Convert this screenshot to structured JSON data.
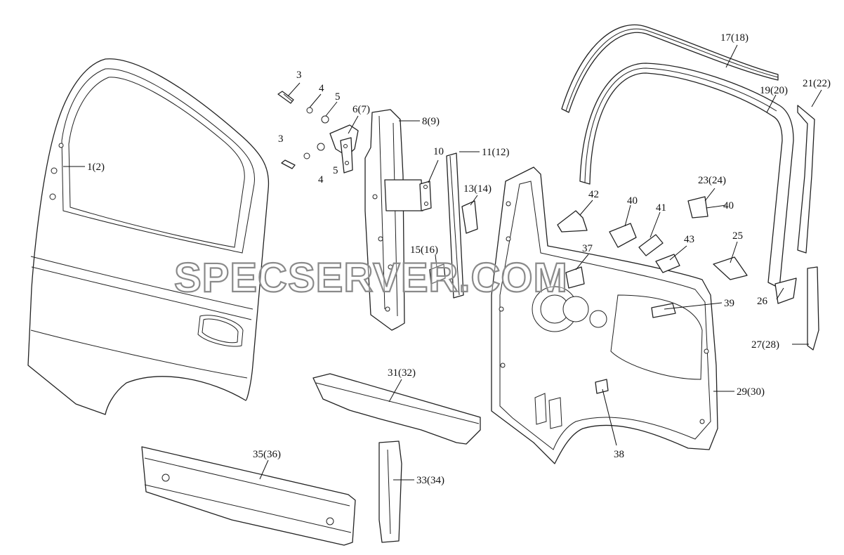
{
  "callouts": {
    "c1": "1(2)",
    "c3a": "3",
    "c3b": "3",
    "c4a": "4",
    "c4b": "4",
    "c5a": "5",
    "c5b": "5",
    "c6": "6(7)",
    "c8": "8(9)",
    "c10": "10",
    "c11": "11(12)",
    "c13": "13(14)",
    "c15": "15(16)",
    "c17": "17(18)",
    "c19": "19(20)",
    "c21": "21(22)",
    "c23": "23(24)",
    "c40a": "40",
    "c40b": "40",
    "c41": "41",
    "c42": "42",
    "c43": "43",
    "c25": "25",
    "c37": "37",
    "c39": "39",
    "c26": "26",
    "c27": "27(28)",
    "c29": "29(30)",
    "c31": "31(32)",
    "c33": "33(34)",
    "c35": "35(36)",
    "c38": "38"
  },
  "watermark": "SPECSERVER.COM"
}
